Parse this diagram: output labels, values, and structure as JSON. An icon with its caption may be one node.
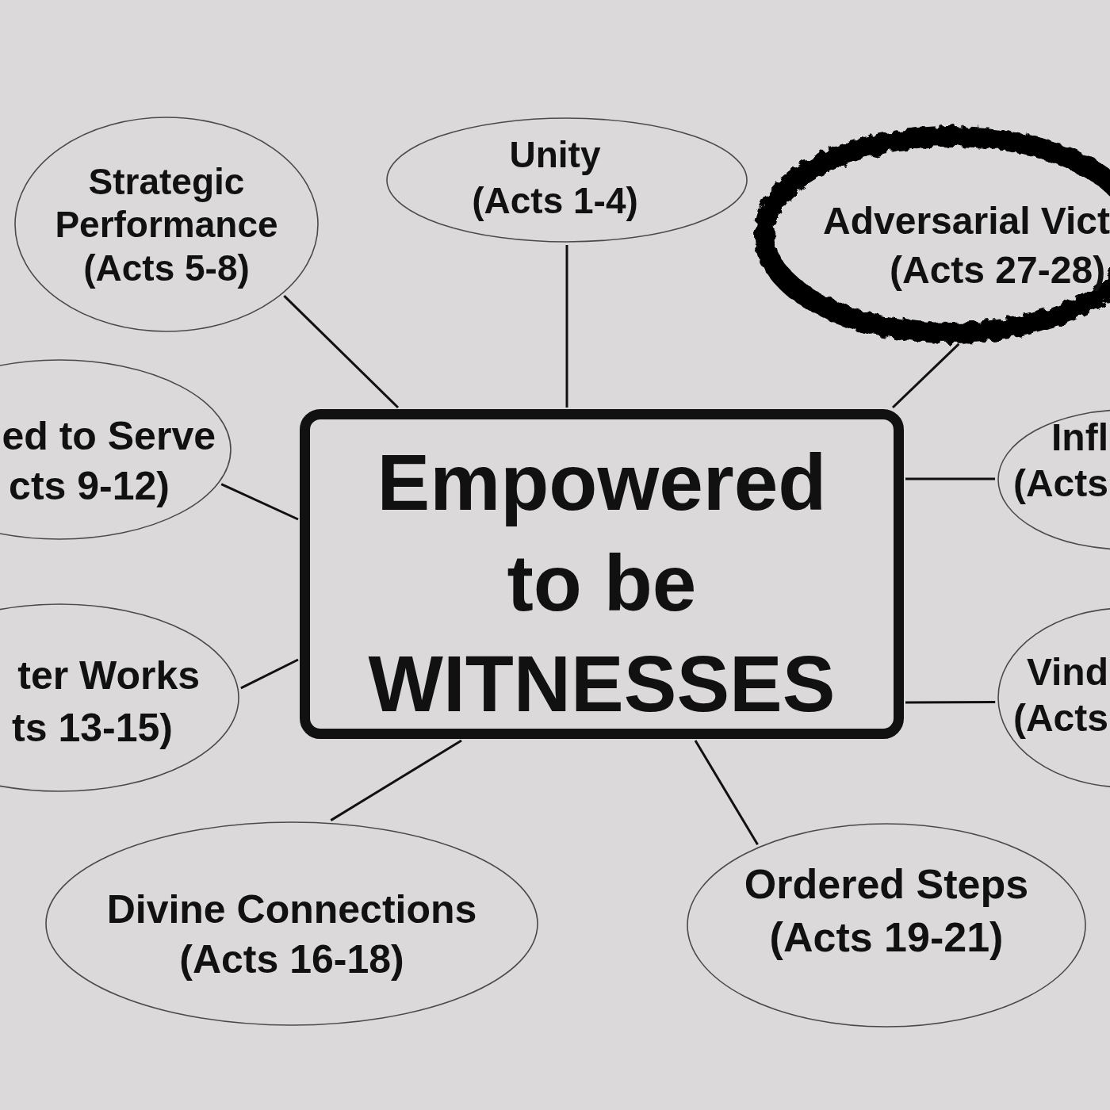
{
  "diagram": {
    "nodes": [
      {
        "text": [
          "Empowered to be WITNESSES"
        ]
      },
      {
        "text": [
          "Strategic Performance",
          "(Acts 5-8)"
        ]
      },
      {
        "text": [
          "Unity",
          "(Acts 1-4)"
        ]
      },
      {
        "text": [
          "Adversarial Vict",
          "(Acts 27-28)"
        ]
      },
      {
        "text": [
          "ed to Serve",
          "cts 9-12)"
        ]
      },
      {
        "text": [
          "Infl",
          "(Acts"
        ]
      },
      {
        "text": [
          "ter Works",
          "ts 13-15)"
        ]
      },
      {
        "text": [
          "Vind",
          "(Acts"
        ]
      },
      {
        "text": [
          "Divine Connections",
          "(Acts 16-18)"
        ]
      },
      {
        "text": [
          "Ordered Steps",
          "(Acts 19-21)"
        ]
      }
    ],
    "edges": [
      {
        "from": 0,
        "to": 1,
        "arrow": "none"
      },
      {
        "from": 0,
        "to": 2,
        "arrow": "none"
      },
      {
        "from": 0,
        "to": 3,
        "arrow": "none"
      },
      {
        "from": 0,
        "to": 4,
        "arrow": "none"
      },
      {
        "from": 0,
        "to": 5,
        "arrow": "none"
      },
      {
        "from": 0,
        "to": 6,
        "arrow": "none"
      },
      {
        "from": 0,
        "to": 7,
        "arrow": "none"
      },
      {
        "from": 0,
        "to": 8,
        "arrow": "none"
      },
      {
        "from": 0,
        "to": 9,
        "arrow": "none"
      }
    ]
  }
}
